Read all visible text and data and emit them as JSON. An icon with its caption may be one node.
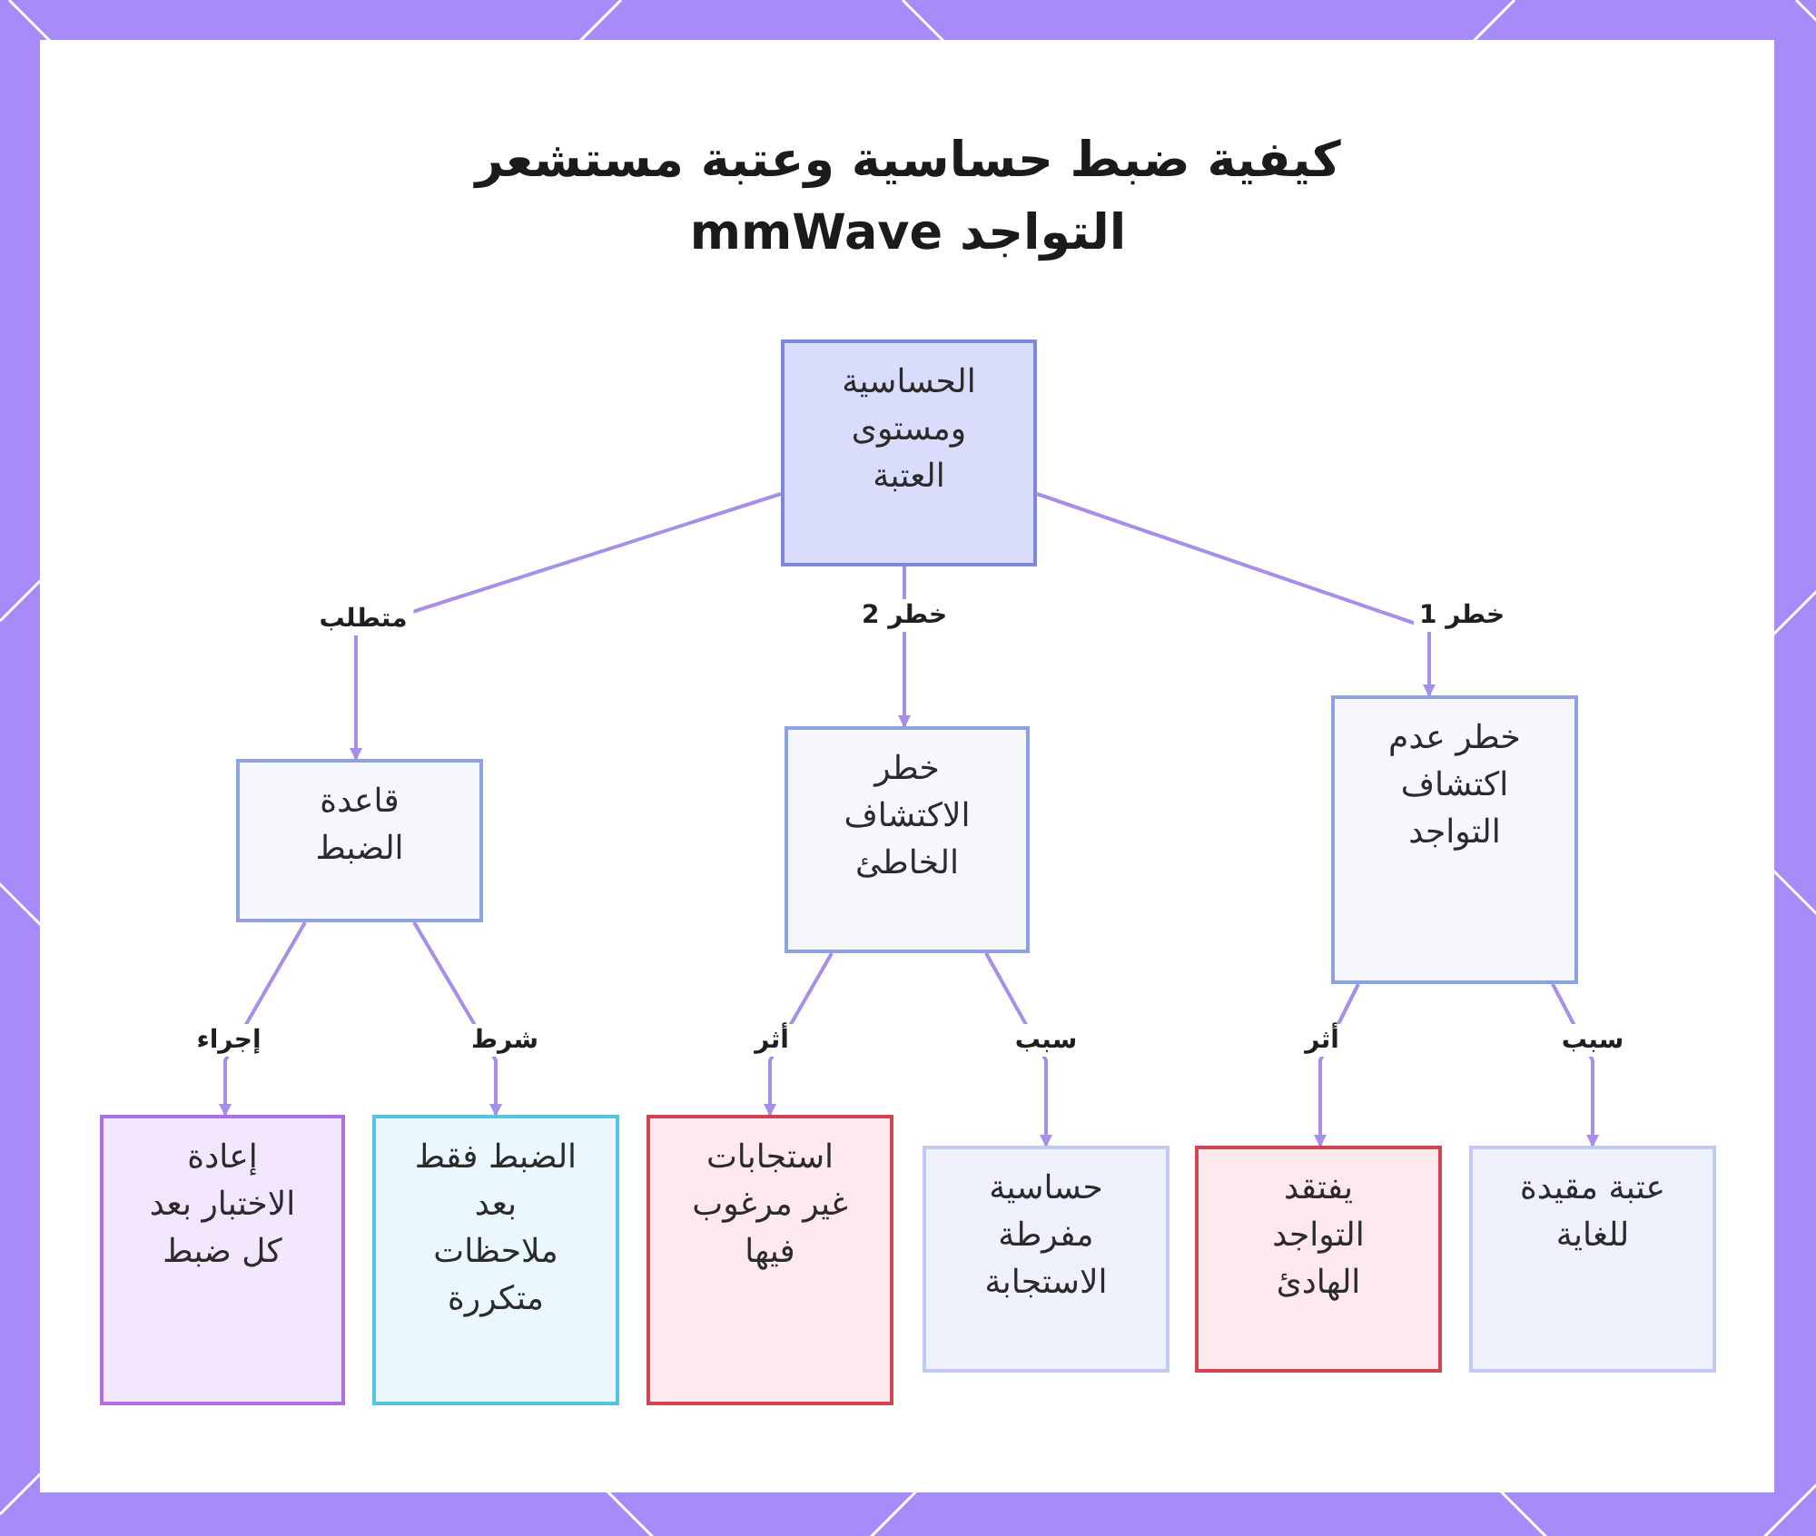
{
  "diagram": {
    "title": "كيفية ضبط حساسية وعتبة مستشعر التواجد mmWave",
    "nodes": [
      {
        "text": [
          "الحساسية ومستوى العتبة"
        ]
      },
      {
        "text": [
          "خطر عدم اكتشاف التواجد"
        ]
      },
      {
        "text": [
          "خطر الاكتشاف الخاطئ"
        ]
      },
      {
        "text": [
          "قاعدة الضبط"
        ]
      },
      {
        "text": [
          "عتبة مقيدة للغاية"
        ]
      },
      {
        "text": [
          "يفتقد التواجد الهادئ"
        ]
      },
      {
        "text": [
          "حساسية مفرطة الاستجابة"
        ]
      },
      {
        "text": [
          "استجابات غير مرغوب فيها"
        ]
      },
      {
        "text": [
          "الضبط فقط بعد ملاحظات متكررة"
        ]
      },
      {
        "text": [
          "إعادة الاختبار بعد كل ضبط"
        ]
      }
    ],
    "edges": [
      {
        "from": 0,
        "to": 1,
        "arrow": "to",
        "label": "خطر 1"
      },
      {
        "from": 0,
        "to": 2,
        "arrow": "to",
        "label": "خطر 2"
      },
      {
        "from": 0,
        "to": 3,
        "arrow": "to",
        "label": "متطلب"
      },
      {
        "from": 1,
        "to": 4,
        "arrow": "to",
        "label": "سبب"
      },
      {
        "from": 1,
        "to": 5,
        "arrow": "to",
        "label": "أثر"
      },
      {
        "from": 2,
        "to": 6,
        "arrow": "to",
        "label": "سبب"
      },
      {
        "from": 2,
        "to": 7,
        "arrow": "to",
        "label": "أثر"
      },
      {
        "from": 3,
        "to": 8,
        "arrow": "to",
        "label": "شرط"
      },
      {
        "from": 3,
        "to": 9,
        "arrow": "to",
        "label": "إجراء"
      }
    ]
  }
}
